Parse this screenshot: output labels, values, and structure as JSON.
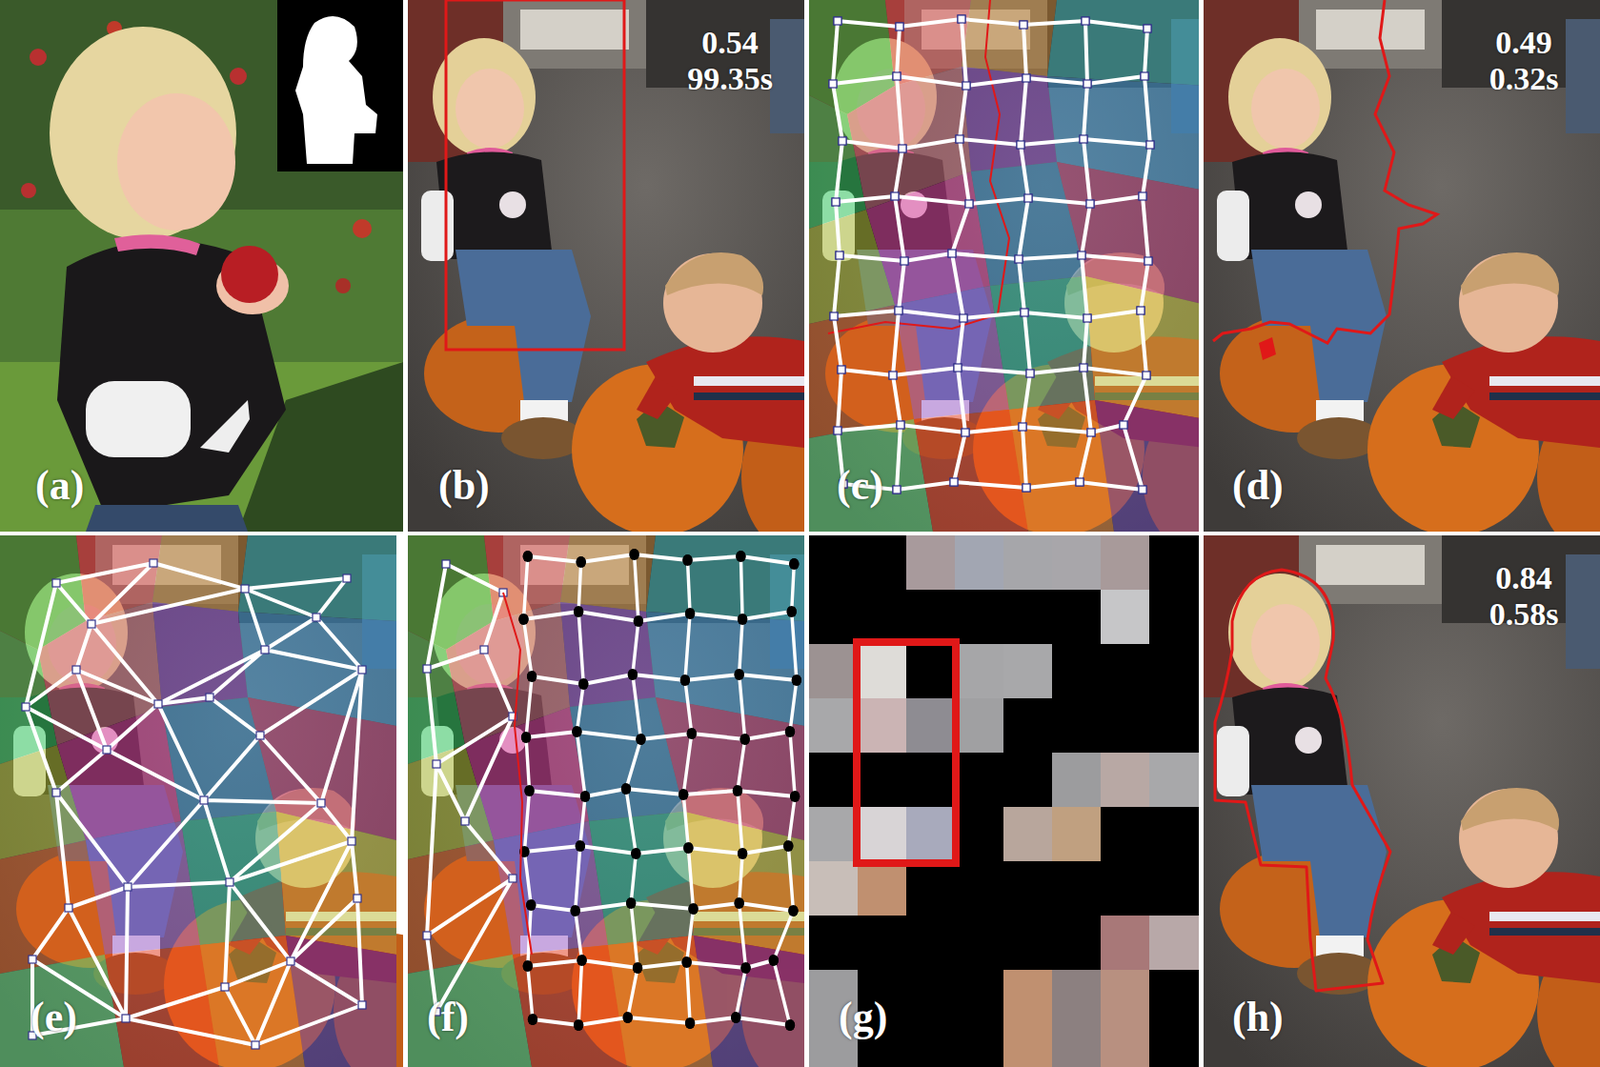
{
  "diagram": {
    "labels": [
      "(a)",
      "(b)",
      "0.54",
      "99.35s",
      "(c)",
      "(d)",
      "0.49",
      "0.32s",
      "(e)",
      "(f)",
      "(g)",
      "(h)",
      "0.84",
      "0.58s"
    ]
  }
}
